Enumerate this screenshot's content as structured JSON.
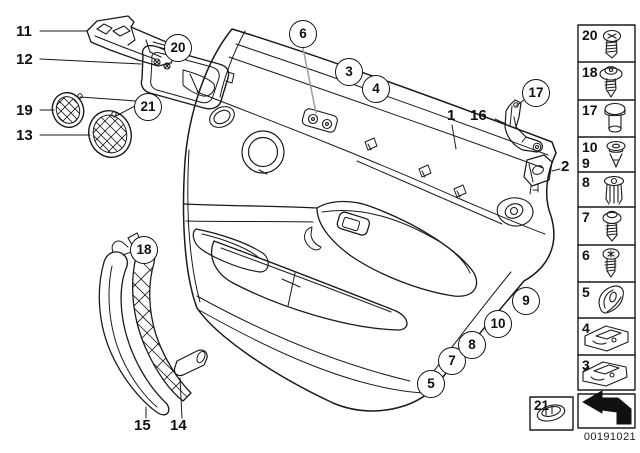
{
  "figure": {
    "image_code": "00191021",
    "colors": {
      "background": "#ffffff",
      "line": "#1a1a1a",
      "leader_gray": "#a3a3a3"
    }
  },
  "hotspots_circled": [
    "20",
    "21",
    "6",
    "3",
    "4",
    "17",
    "18",
    "5",
    "7",
    "8",
    "10",
    "9"
  ],
  "labels_plain": [
    "11",
    "12",
    "19",
    "13",
    "1",
    "16",
    "2",
    "15",
    "14"
  ],
  "parts_column": {
    "rows": [
      {
        "label": "20",
        "icon": "pan-head-screw-icon"
      },
      {
        "label": "18",
        "icon": "washer-head-screw-icon"
      },
      {
        "label": "17",
        "icon": "cylindrical-plug-icon"
      },
      {
        "label": "10",
        "label_secondary": "9",
        "icon": "push-pin-rivet-icon"
      },
      {
        "label": "8",
        "icon": "expansion-rivet-icon"
      },
      {
        "label": "7",
        "icon": "washer-screw-icon"
      },
      {
        "label": "6",
        "icon": "pan-screw-icon"
      },
      {
        "label": "5",
        "icon": "wedge-cap-icon"
      },
      {
        "label": "4",
        "icon": "clip-bracket-icon"
      },
      {
        "label": "3",
        "icon": "clip-bracket-icon"
      }
    ],
    "plug_box": {
      "label": "21",
      "icon": "oval-cap-icon"
    },
    "arrow_box": {
      "icon": "back-arrow-icon"
    }
  }
}
